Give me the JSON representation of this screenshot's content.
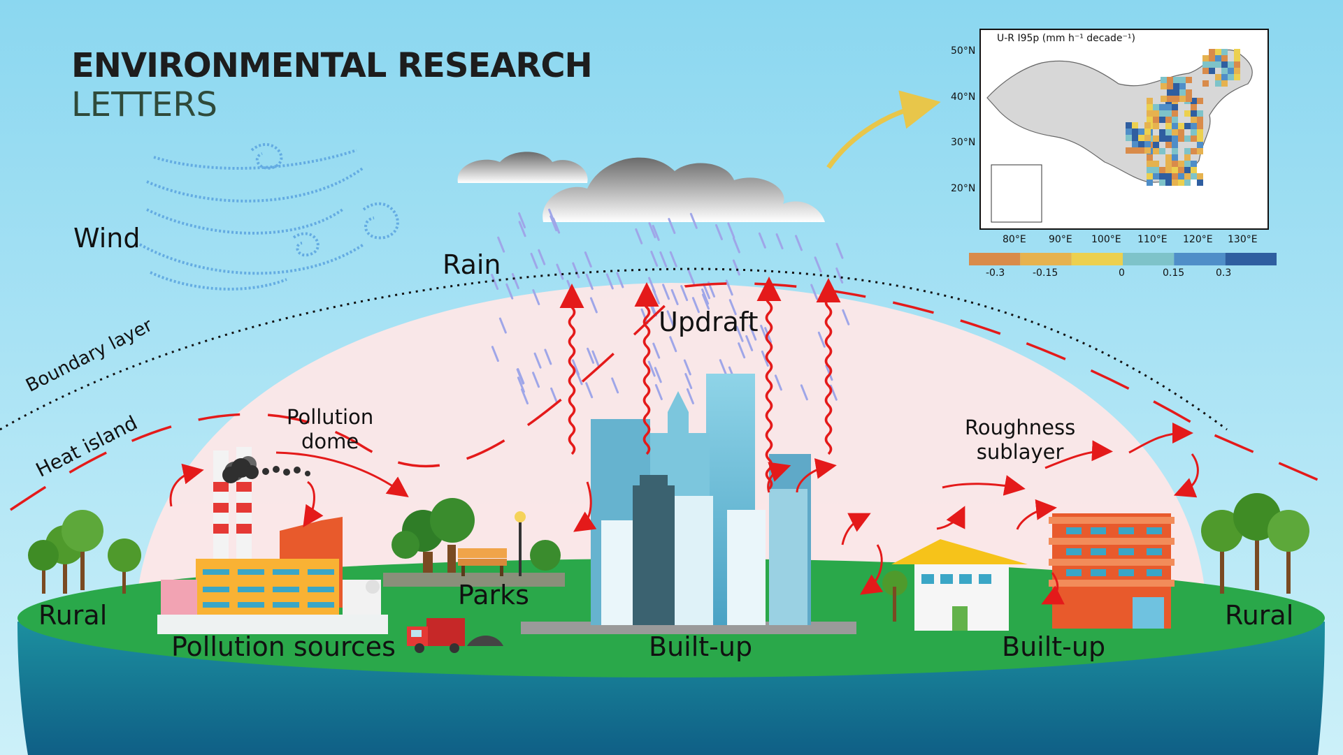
{
  "journal": {
    "line1": "ENVIRONMENTAL RESEARCH",
    "line2": "LETTERS"
  },
  "labels": {
    "wind": "Wind",
    "rain": "Rain",
    "updraft": "Updraft",
    "boundary_layer": "Boundary layer",
    "heat_island": "Heat island",
    "pollution_dome": "Pollution\ndome",
    "roughness_sublayer": "Roughness\nsublayer",
    "parks": "Parks",
    "rural_left": "Rural",
    "rural_right": "Rural",
    "pollution_sources": "Pollution sources",
    "built_up_center": "Built-up",
    "built_up_right": "Built-up"
  },
  "map": {
    "title": "U-R I95p (mm h⁻¹ decade⁻¹)",
    "lat_labels": [
      "50°N",
      "40°N",
      "30°N",
      "20°N"
    ],
    "lon_labels": [
      "80°E",
      "90°E",
      "100°E",
      "110°E",
      "120°E",
      "130°E"
    ],
    "colorbar_ticks": [
      "-0.3",
      "-0.15",
      "0",
      "0.15",
      "0.3"
    ],
    "colorbar_colors": [
      "#d98b4a",
      "#e6b24f",
      "#ecd04f",
      "#7ec3c9",
      "#4f8ec8",
      "#2f5ea0"
    ]
  },
  "colors": {
    "sky_top": "#8fd8f0",
    "sky_bottom": "#c9eef8",
    "dome": "#fde5e5",
    "ground": "#2aa84a",
    "base": "#17708f",
    "arrow": "#e41a1a",
    "accent_arrow": "#e8c64a"
  }
}
